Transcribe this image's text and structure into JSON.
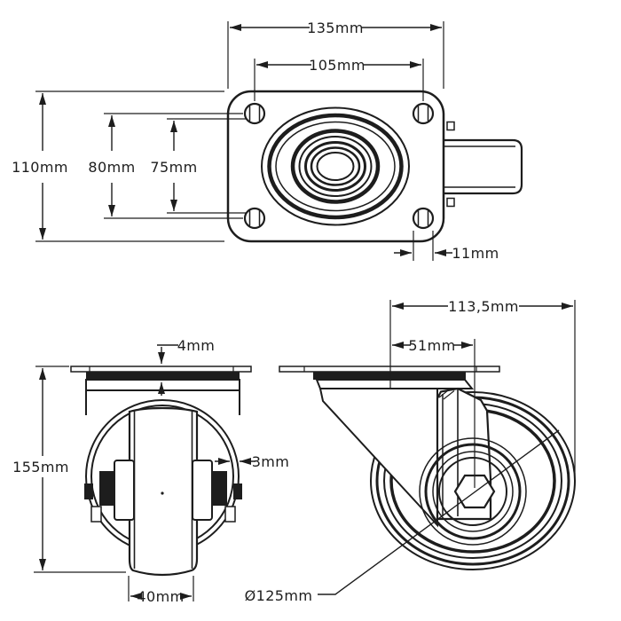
{
  "colors": {
    "line": "#1d1d1d",
    "background": "#ffffff"
  },
  "dimensions": {
    "top_view": {
      "overall_width": "135mm",
      "hole_spacing_width": "105mm",
      "plate_depth": "110mm",
      "hole_spacing_depth": "80mm",
      "hole_spacing_depth_alt": "75mm",
      "hole_diameter": "11mm"
    },
    "front_view": {
      "plate_thickness": "4mm",
      "overall_height": "155mm",
      "fork_thickness": "3mm",
      "wheel_width": "40mm"
    },
    "side_view": {
      "overall_length": "113,5mm",
      "swivel_offset": "51mm",
      "wheel_diameter": "Ø125mm"
    }
  }
}
